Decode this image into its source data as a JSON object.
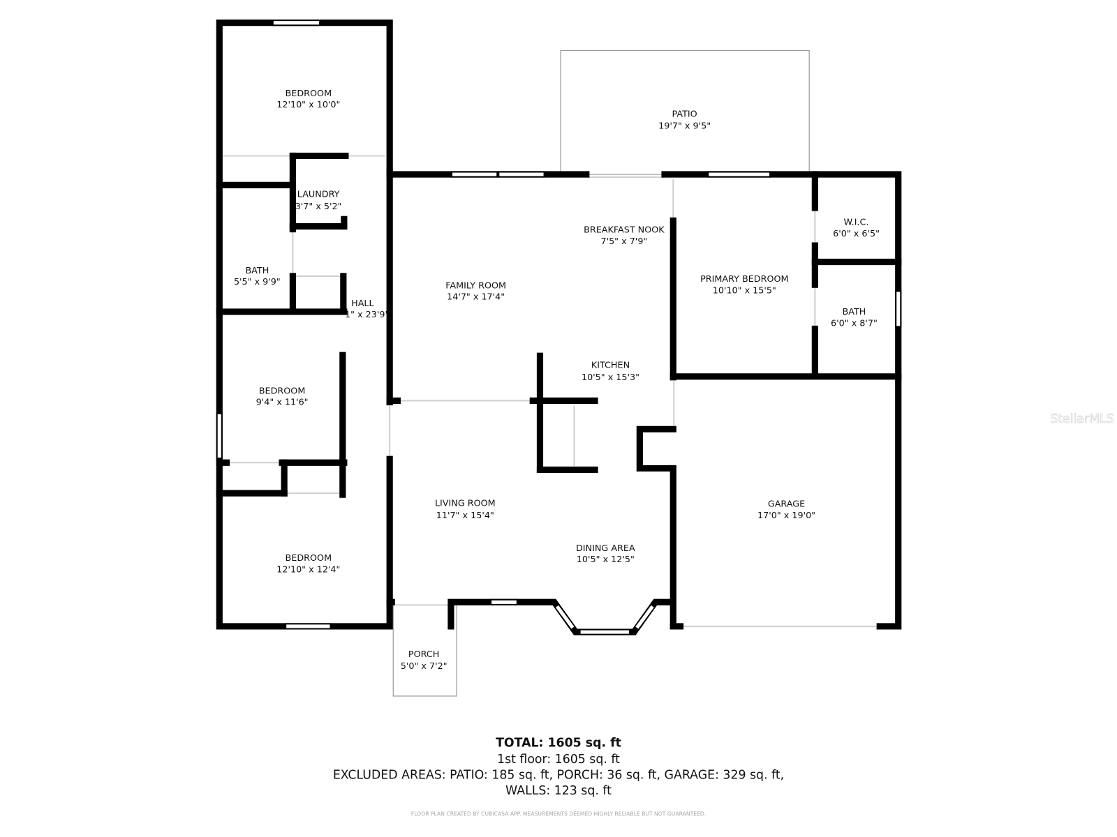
{
  "rooms": [
    {
      "name": "BEDROOM",
      "dimensions": "12'10\" x 10'0\""
    },
    {
      "name": "LAUNDRY",
      "dimensions": "3'7\" x 5'2\""
    },
    {
      "name": "BATH",
      "dimensions": "5'5\" x 9'9\""
    },
    {
      "name": "HALL",
      "dimensions": "1\" x 23'9'"
    },
    {
      "name": "BEDROOM",
      "dimensions": "9'4\" x 11'6\""
    },
    {
      "name": "BEDROOM",
      "dimensions": "12'10\" x 12'4\""
    },
    {
      "name": "FAMILY ROOM",
      "dimensions": "14'7\" x 17'4\""
    },
    {
      "name": "BREAKFAST NOOK",
      "dimensions": "7'5\" x 7'9\""
    },
    {
      "name": "KITCHEN",
      "dimensions": "10'5\" x 15'3\""
    },
    {
      "name": "LIVING ROOM",
      "dimensions": "11'7\" x 15'4\""
    },
    {
      "name": "DINING AREA",
      "dimensions": "10'5\" x 12'5\""
    },
    {
      "name": "PRIMARY BEDROOM",
      "dimensions": "10'10\" x 15'5\""
    },
    {
      "name": "W.I.C.",
      "dimensions": "6'0\" x 6'5\""
    },
    {
      "name": "BATH",
      "dimensions": "6'0\" x 8'7\""
    },
    {
      "name": "GARAGE",
      "dimensions": "17'0\" x 19'0\""
    },
    {
      "name": "PATIO",
      "dimensions": "19'7\" x 9'5\""
    },
    {
      "name": "PORCH",
      "dimensions": "5'0\" x 7'2\""
    }
  ],
  "summary": {
    "total": "TOTAL: 1605 sq. ft",
    "floor": "1st floor: 1605 sq. ft",
    "excluded": "EXCLUDED AREAS: PATIO: 185 sq. ft, PORCH: 36 sq. ft, GARAGE: 329 sq. ft,",
    "walls": "WALLS: 123 sq. ft"
  },
  "disclaimer": "FLOOR PLAN CREATED BY CUBICASA APP. MEASUREMENTS DEEMED HIGHLY RELIABLE BUT NOT GUARANTEED.",
  "watermark": "StellarMLS"
}
